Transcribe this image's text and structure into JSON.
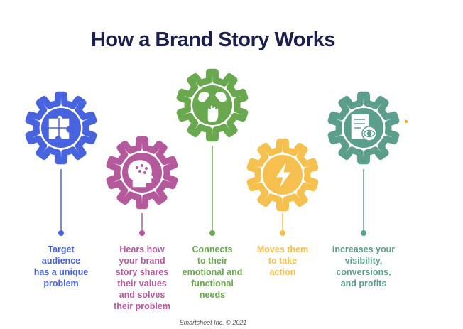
{
  "title": "How a Brand Story Works",
  "steps": [
    {
      "label": "Target\naudience\nhas a unique\nproblem",
      "color": "#4863de",
      "icon": "puzzle-icon"
    },
    {
      "label": "Hears how\nyour brand\nstory shares\ntheir values\nand solves\ntheir problem",
      "color": "#b5599d",
      "icon": "head-mind-icon"
    },
    {
      "label": "Connects\nto their\nemotional and\nfunctional\nneeds",
      "color": "#6aa84f",
      "icon": "hands-icon"
    },
    {
      "label": "Moves them\nto take\naction",
      "color": "#f5c04e",
      "icon": "lightning-bolt-icon"
    },
    {
      "label": "Increases your\nvisibility,\nconversions,\nand profits",
      "color": "#5c9e8c",
      "icon": "visibility-report-icon"
    }
  ],
  "credit": "Smartsheet Inc. © 2021"
}
